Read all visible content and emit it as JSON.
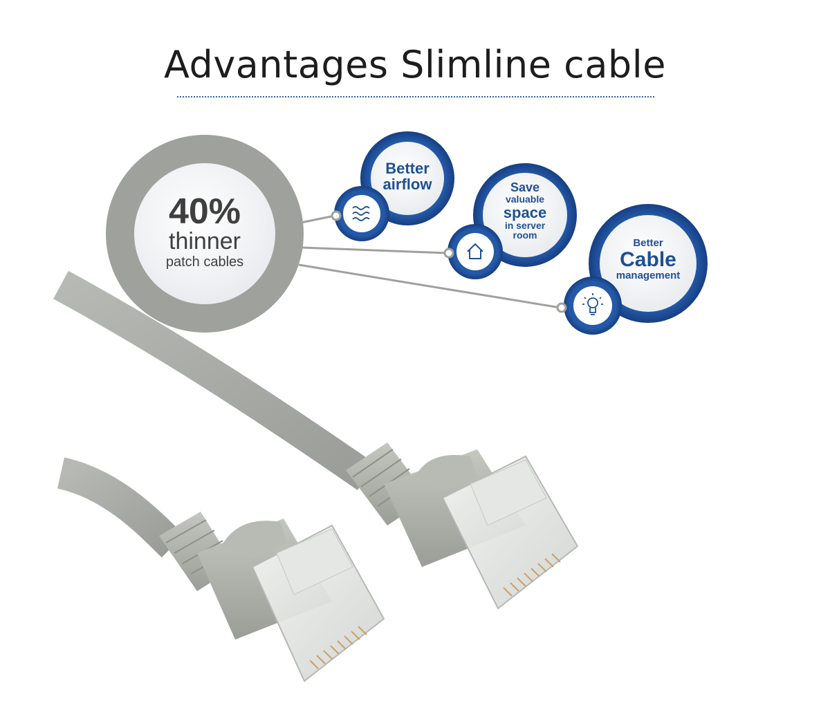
{
  "title": "Advantages Slimline cable",
  "stat": {
    "value": "40%",
    "line1": "thinner",
    "line2": "patch cables"
  },
  "benefits": [
    {
      "line1": "Better",
      "line2": "airflow",
      "icon": "airflow-waves-icon"
    },
    {
      "line1": "Save",
      "line2": "valuable",
      "line3": "space",
      "line4": "in server",
      "line5": "room",
      "icon": "house-icon"
    },
    {
      "line1": "Better",
      "line2": "Cable",
      "line3": "management",
      "icon": "lightbulb-icon"
    }
  ],
  "colors": {
    "brand_blue": "#1f4f95",
    "stat_gray": "#9ea19c",
    "cable_gray": "#a9aca6"
  },
  "product": "two grey RJ45 slimline patch cable connectors"
}
